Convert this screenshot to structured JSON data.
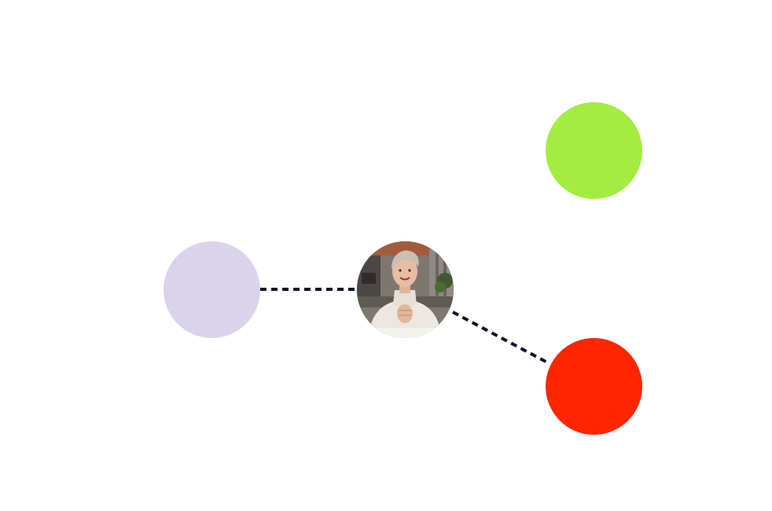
{
  "diagram": {
    "nodes": [
      {
        "id": "lavender",
        "kind": "circle",
        "color": "#d9d3ec"
      },
      {
        "id": "avatar",
        "kind": "photo",
        "subject": "woman-smiling-portrait"
      },
      {
        "id": "green",
        "kind": "circle",
        "color": "#a3ec41"
      },
      {
        "id": "red",
        "kind": "circle",
        "color": "#ff2600"
      }
    ],
    "edges": [
      {
        "from": "lavender",
        "to": "avatar",
        "style": "dashed",
        "color": "#11112a"
      },
      {
        "from": "avatar",
        "to": "red",
        "style": "dashed",
        "color": "#11112a"
      }
    ]
  }
}
